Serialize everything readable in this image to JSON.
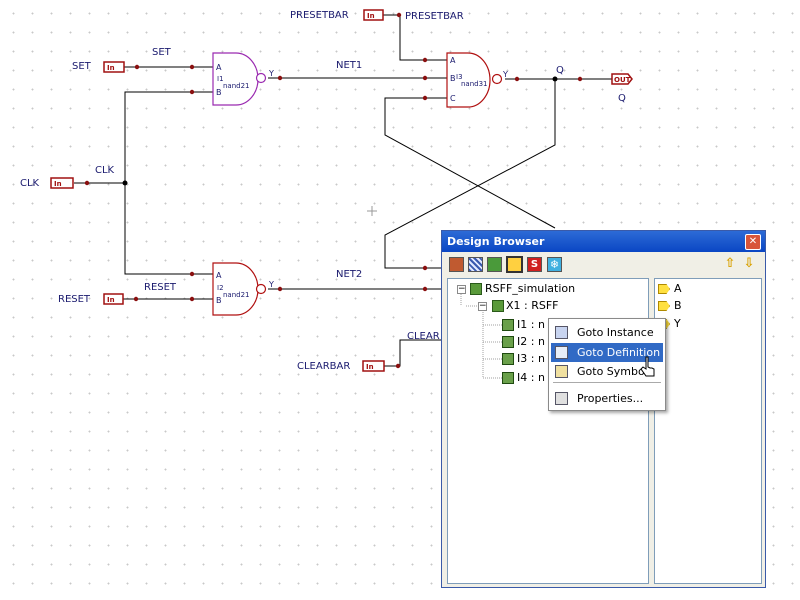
{
  "schematic": {
    "ports": {
      "presetbar": "In",
      "set": "In",
      "clk": "In",
      "reset": "In",
      "clearbar": "In",
      "q": "OUT"
    },
    "port_labels": {
      "presetbar": "PRESETBAR",
      "set": "SET",
      "clk": "CLK",
      "reset": "RESET",
      "clearbar": "CLEARBAR",
      "q": "Q"
    },
    "net_labels": {
      "presetbar": "PRESETBAR",
      "set": "SET",
      "clk": "CLK",
      "reset": "RESET",
      "clear": "CLEAR",
      "net1": "NET1",
      "net2": "NET2",
      "q": "Q"
    },
    "gates": {
      "i1": {
        "inst": "I1",
        "cell": "nand21",
        "pins": [
          "A",
          "B",
          "Y"
        ]
      },
      "i2": {
        "inst": "I2",
        "cell": "nand21",
        "pins": [
          "A",
          "B",
          "Y"
        ]
      },
      "i3": {
        "inst": "I3",
        "cell": "nand31",
        "pins": [
          "A",
          "B",
          "C",
          "Y"
        ]
      }
    },
    "colors": {
      "wire": "#000000",
      "port": "#a01010",
      "gate_i1": "#9a2ab0",
      "gate_default": "#b01010",
      "junction": "#8a1010"
    }
  },
  "browser": {
    "title": "Design Browser",
    "close_icon": "close-icon",
    "toolbar_icons": [
      "hierarchy-icon",
      "grid-icon",
      "tree-icon",
      "view-icon",
      "stop-icon",
      "snowflake-icon"
    ],
    "nav_icons": [
      "arrow-up-icon",
      "arrow-down-icon"
    ],
    "tree": [
      {
        "label": "RSFF_simulation",
        "expander": "−",
        "icon": "design-icon"
      },
      {
        "label": "X1 : RSFF",
        "expander": "−",
        "icon": "module-icon"
      },
      {
        "label": "I1 : n",
        "icon": "instance-icon"
      },
      {
        "label": "I2 : n",
        "icon": "instance-icon"
      },
      {
        "label": "I3 : n",
        "icon": "instance-icon"
      },
      {
        "label": "I4 : n",
        "icon": "instance-icon"
      }
    ],
    "ports": [
      "A",
      "B",
      "Y"
    ]
  },
  "context_menu": {
    "items": [
      {
        "label": "Goto Instance",
        "icon": "goto-instance-icon",
        "selected": false
      },
      {
        "label": "Goto Definition",
        "icon": "goto-definition-icon",
        "selected": true
      },
      {
        "label": "Goto Symbol",
        "icon": "goto-symbol-icon",
        "selected": false
      },
      {
        "label": "Properties...",
        "icon": "properties-icon",
        "selected": false
      }
    ],
    "highlight_color": "#316ac5"
  }
}
